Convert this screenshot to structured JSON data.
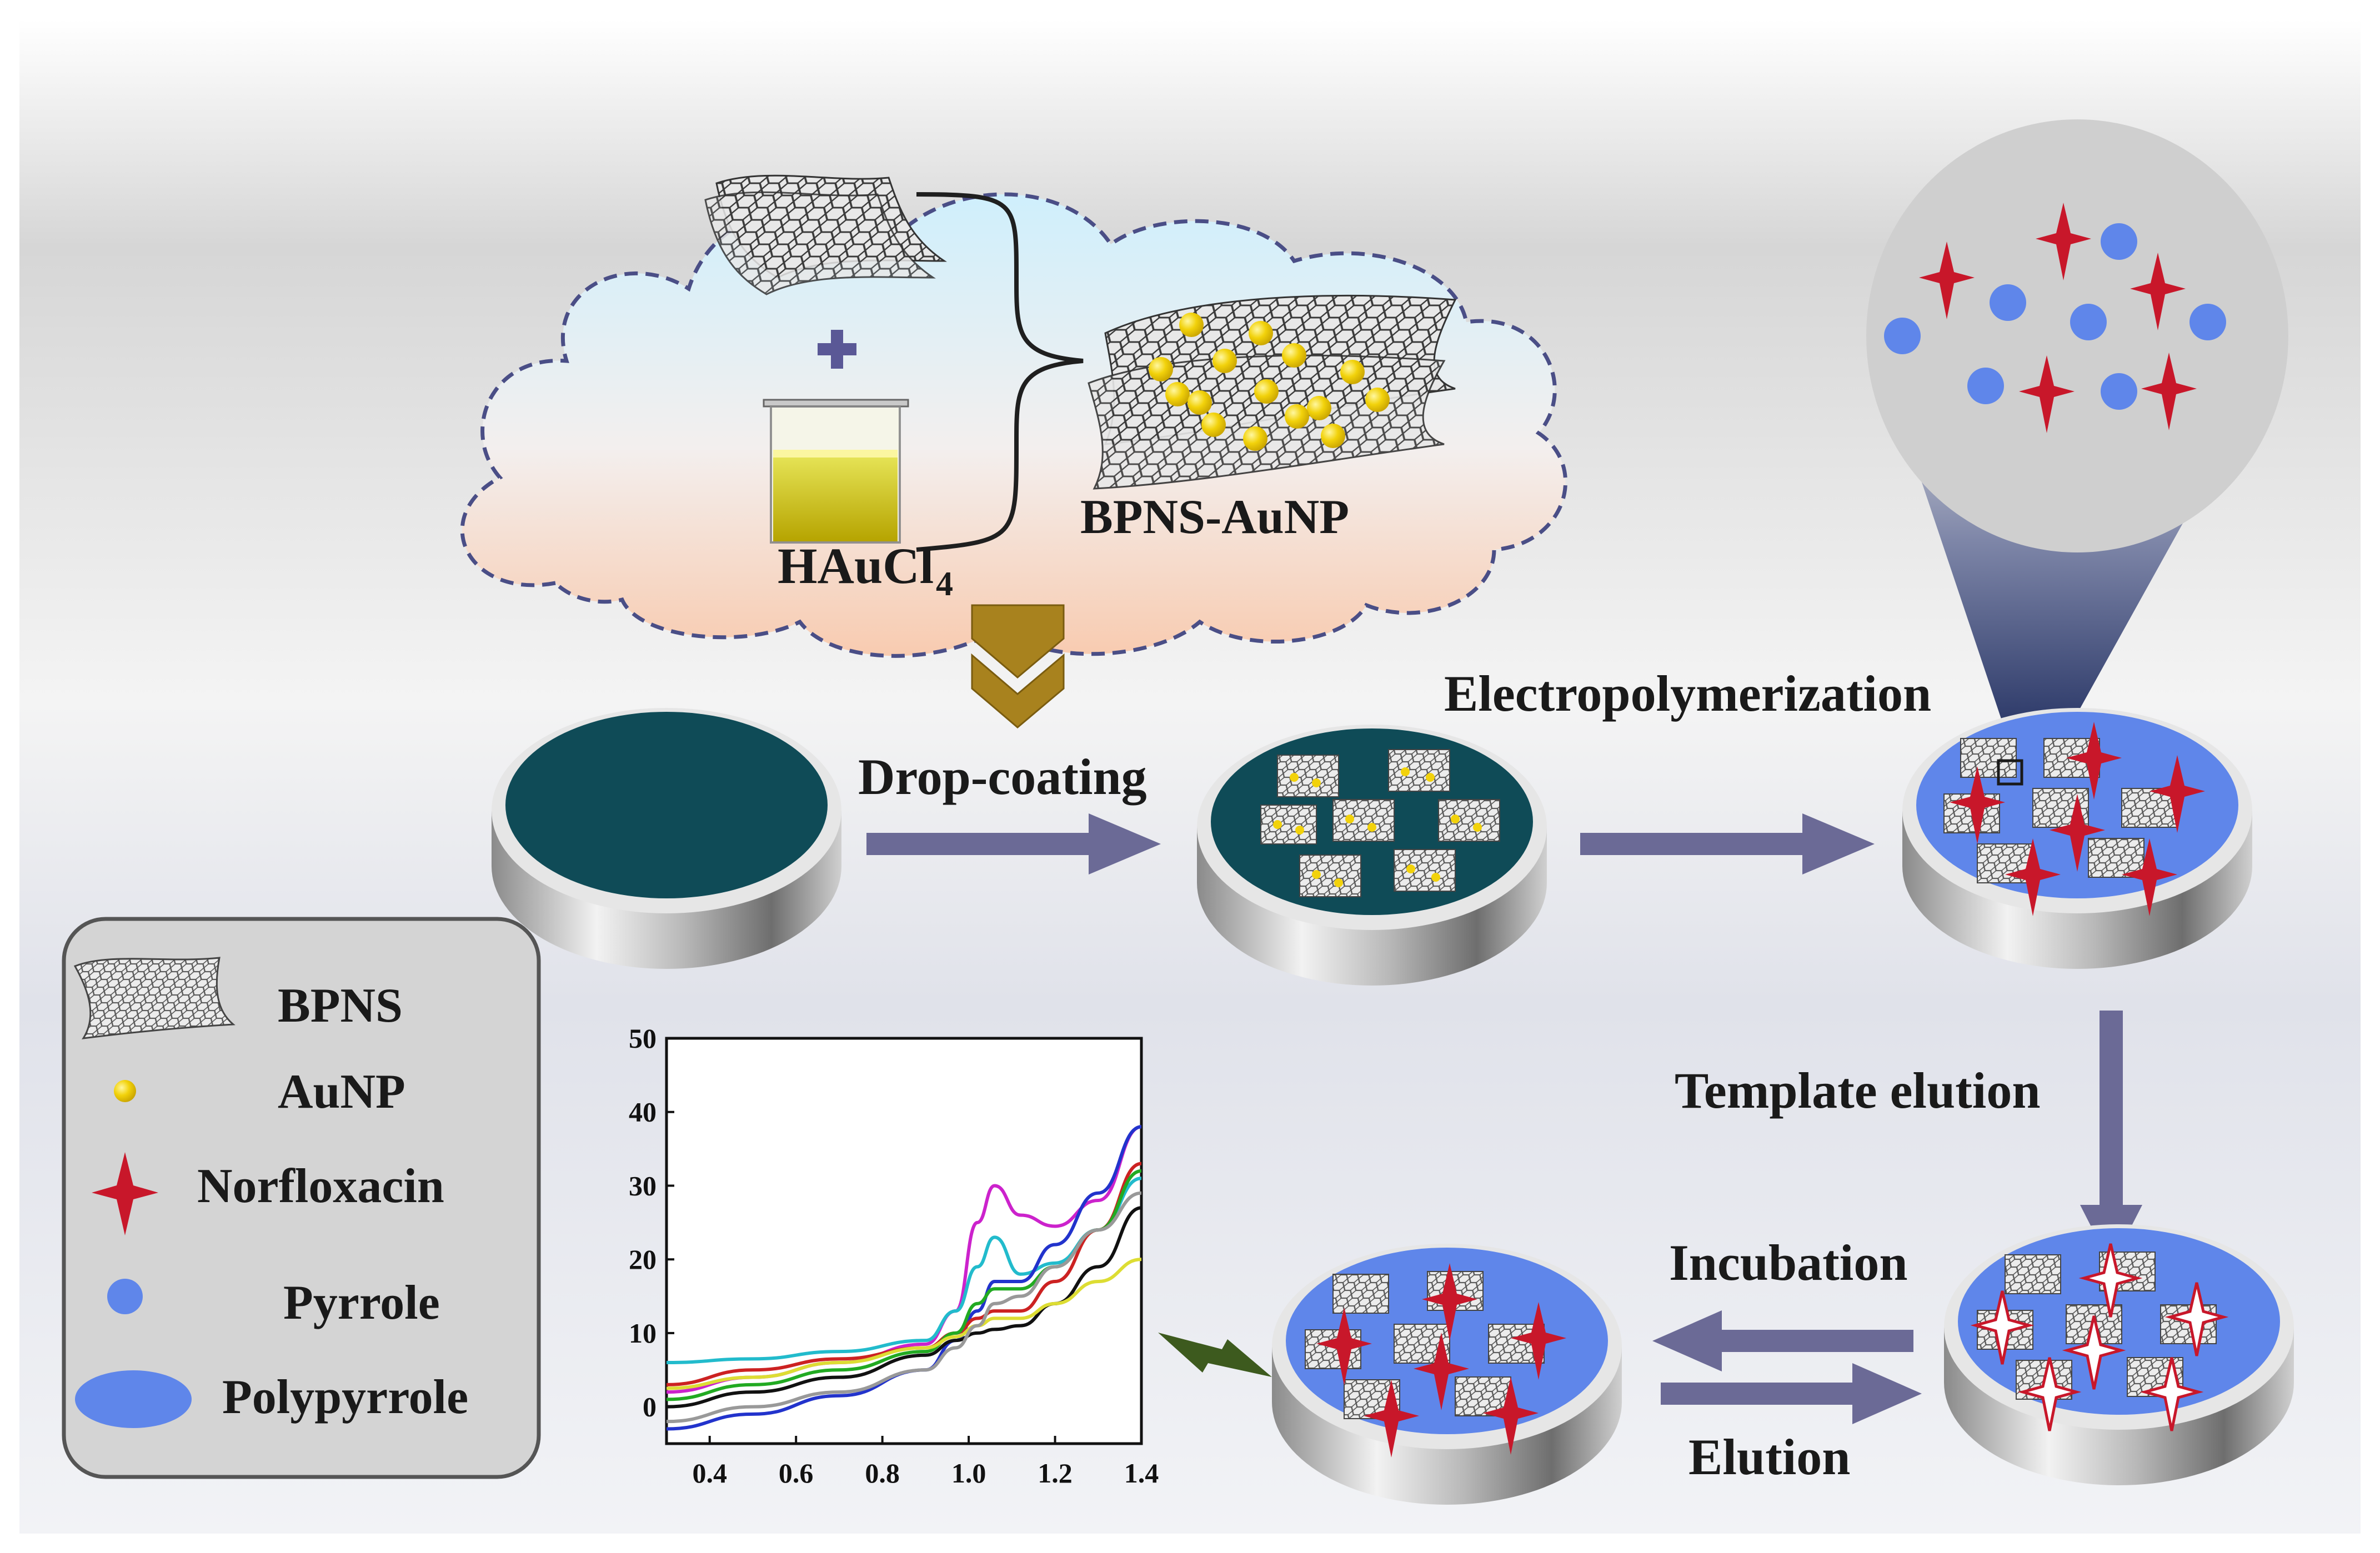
{
  "labels": {
    "hauCl4_main": "HAuCl",
    "hauCl4_sub": "4",
    "bpns_aunp": "BPNS-AuNP",
    "drop_coating": "Drop-coating",
    "electropolymerization": "Electropolymerization",
    "template_elution": "Template elution",
    "incubation": "Incubation",
    "elution": "Elution"
  },
  "legend": {
    "items": [
      {
        "label": "BPNS",
        "icon": "bpns-sheet-icon"
      },
      {
        "label": "AuNP",
        "icon": "gold-dot-icon"
      },
      {
        "label": "Norfloxacin",
        "icon": "red-star-icon"
      },
      {
        "label": "Pyrrole",
        "icon": "blue-dot-icon"
      },
      {
        "label": "Polypyrrole",
        "icon": "blue-ellipse-icon"
      }
    ]
  },
  "colors": {
    "arrow": "#6b6a96",
    "gold_arrow": "#a8821e",
    "electrode_dark": "#0f4b57",
    "polypyrrole": "#5f86ea",
    "norfloxacin": "#c8172a",
    "gold": "#f2d20b"
  },
  "chart_data": {
    "type": "line",
    "x_ticks": [
      "0.4",
      "0.6",
      "0.8",
      "1.0",
      "1.2",
      "1.4"
    ],
    "y_ticks": [
      "0",
      "10",
      "20",
      "30",
      "40",
      "50"
    ],
    "xlim": [
      0.3,
      1.4
    ],
    "ylim": [
      -5,
      50
    ],
    "xlabel": "",
    "ylabel": "",
    "series": [
      {
        "color": "#cc22cc",
        "x": [
          0.3,
          0.5,
          0.7,
          0.9,
          0.97,
          1.02,
          1.06,
          1.12,
          1.2,
          1.3,
          1.4
        ],
        "y": [
          2,
          4,
          6,
          8.5,
          13,
          25,
          30,
          26,
          24.5,
          28,
          38
        ]
      },
      {
        "color": "#22bbcc",
        "x": [
          0.3,
          0.5,
          0.7,
          0.9,
          0.97,
          1.02,
          1.06,
          1.12,
          1.2,
          1.3,
          1.4
        ],
        "y": [
          6,
          6.5,
          7.5,
          9,
          13,
          19,
          23,
          18,
          19.5,
          24,
          31
        ]
      },
      {
        "color": "#2233cc",
        "x": [
          0.3,
          0.5,
          0.7,
          0.9,
          0.97,
          1.02,
          1.06,
          1.12,
          1.2,
          1.3,
          1.4
        ],
        "y": [
          -3,
          -1,
          1.5,
          5,
          9,
          13,
          17,
          17,
          22,
          29,
          38
        ]
      },
      {
        "color": "#cc2222",
        "x": [
          0.3,
          0.5,
          0.7,
          0.9,
          0.97,
          1.02,
          1.06,
          1.12,
          1.2,
          1.3,
          1.4
        ],
        "y": [
          3,
          5,
          6.5,
          8,
          10,
          12,
          13,
          13,
          17,
          24,
          33
        ]
      },
      {
        "color": "#22aa22",
        "x": [
          0.3,
          0.5,
          0.7,
          0.9,
          0.97,
          1.02,
          1.06,
          1.12,
          1.2,
          1.3,
          1.4
        ],
        "y": [
          1,
          3,
          5,
          7.5,
          10,
          14,
          16,
          16,
          19,
          24,
          32
        ]
      },
      {
        "color": "#111111",
        "x": [
          0.3,
          0.5,
          0.7,
          0.9,
          0.97,
          1.02,
          1.06,
          1.12,
          1.2,
          1.3,
          1.4
        ],
        "y": [
          0,
          2,
          4,
          7,
          9,
          10,
          10.5,
          11,
          14,
          19,
          27
        ]
      },
      {
        "color": "#dddd33",
        "x": [
          0.3,
          0.5,
          0.7,
          0.9,
          0.97,
          1.02,
          1.06,
          1.12,
          1.2,
          1.3,
          1.4
        ],
        "y": [
          2.5,
          4,
          6,
          8,
          9.5,
          11,
          12,
          12,
          14,
          17,
          20
        ]
      },
      {
        "color": "#999999",
        "x": [
          0.3,
          0.5,
          0.7,
          0.9,
          0.97,
          1.02,
          1.06,
          1.12,
          1.2,
          1.3,
          1.4
        ],
        "y": [
          -2,
          0,
          2,
          5,
          8,
          11,
          14,
          15,
          19,
          24,
          29
        ]
      }
    ]
  }
}
